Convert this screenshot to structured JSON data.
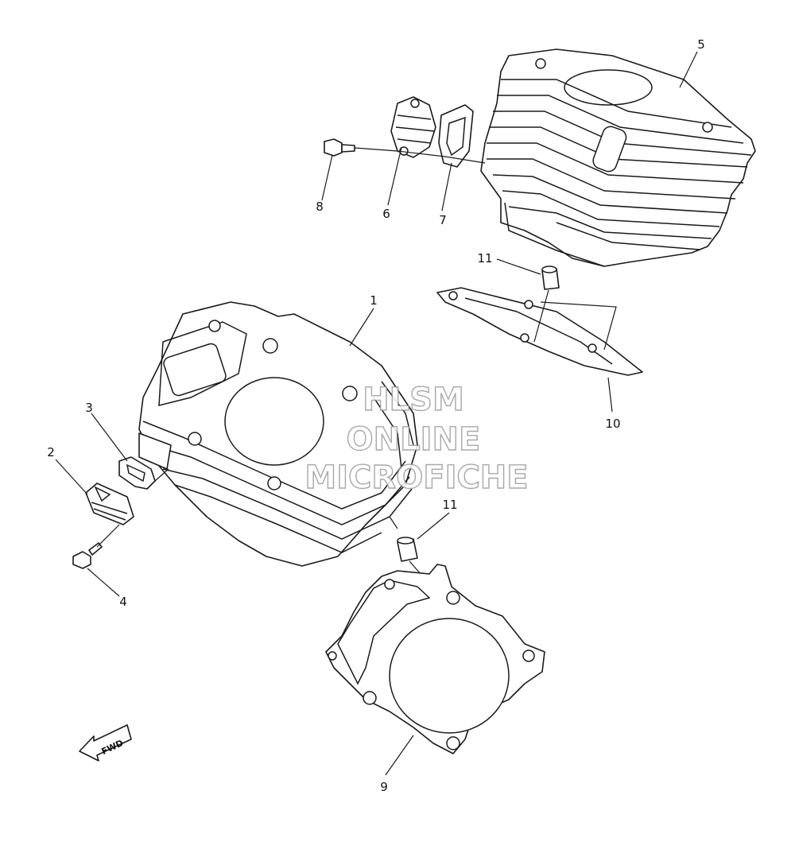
{
  "callouts": [
    {
      "id": "1",
      "text": "1"
    },
    {
      "id": "2",
      "text": "2"
    },
    {
      "id": "3",
      "text": "3"
    },
    {
      "id": "4",
      "text": "4"
    },
    {
      "id": "5",
      "text": "5"
    },
    {
      "id": "6",
      "text": "6"
    },
    {
      "id": "7",
      "text": "7"
    },
    {
      "id": "8",
      "text": "8"
    },
    {
      "id": "9",
      "text": "9"
    },
    {
      "id": "10",
      "text": "10"
    },
    {
      "id": "11a",
      "text": "11"
    },
    {
      "id": "11b",
      "text": "11"
    }
  ],
  "watermark": {
    "line1": "HLSM",
    "line2": "ONLINE",
    "line3": "MICROFICHE"
  },
  "direction_marker": {
    "text": "FWD"
  }
}
